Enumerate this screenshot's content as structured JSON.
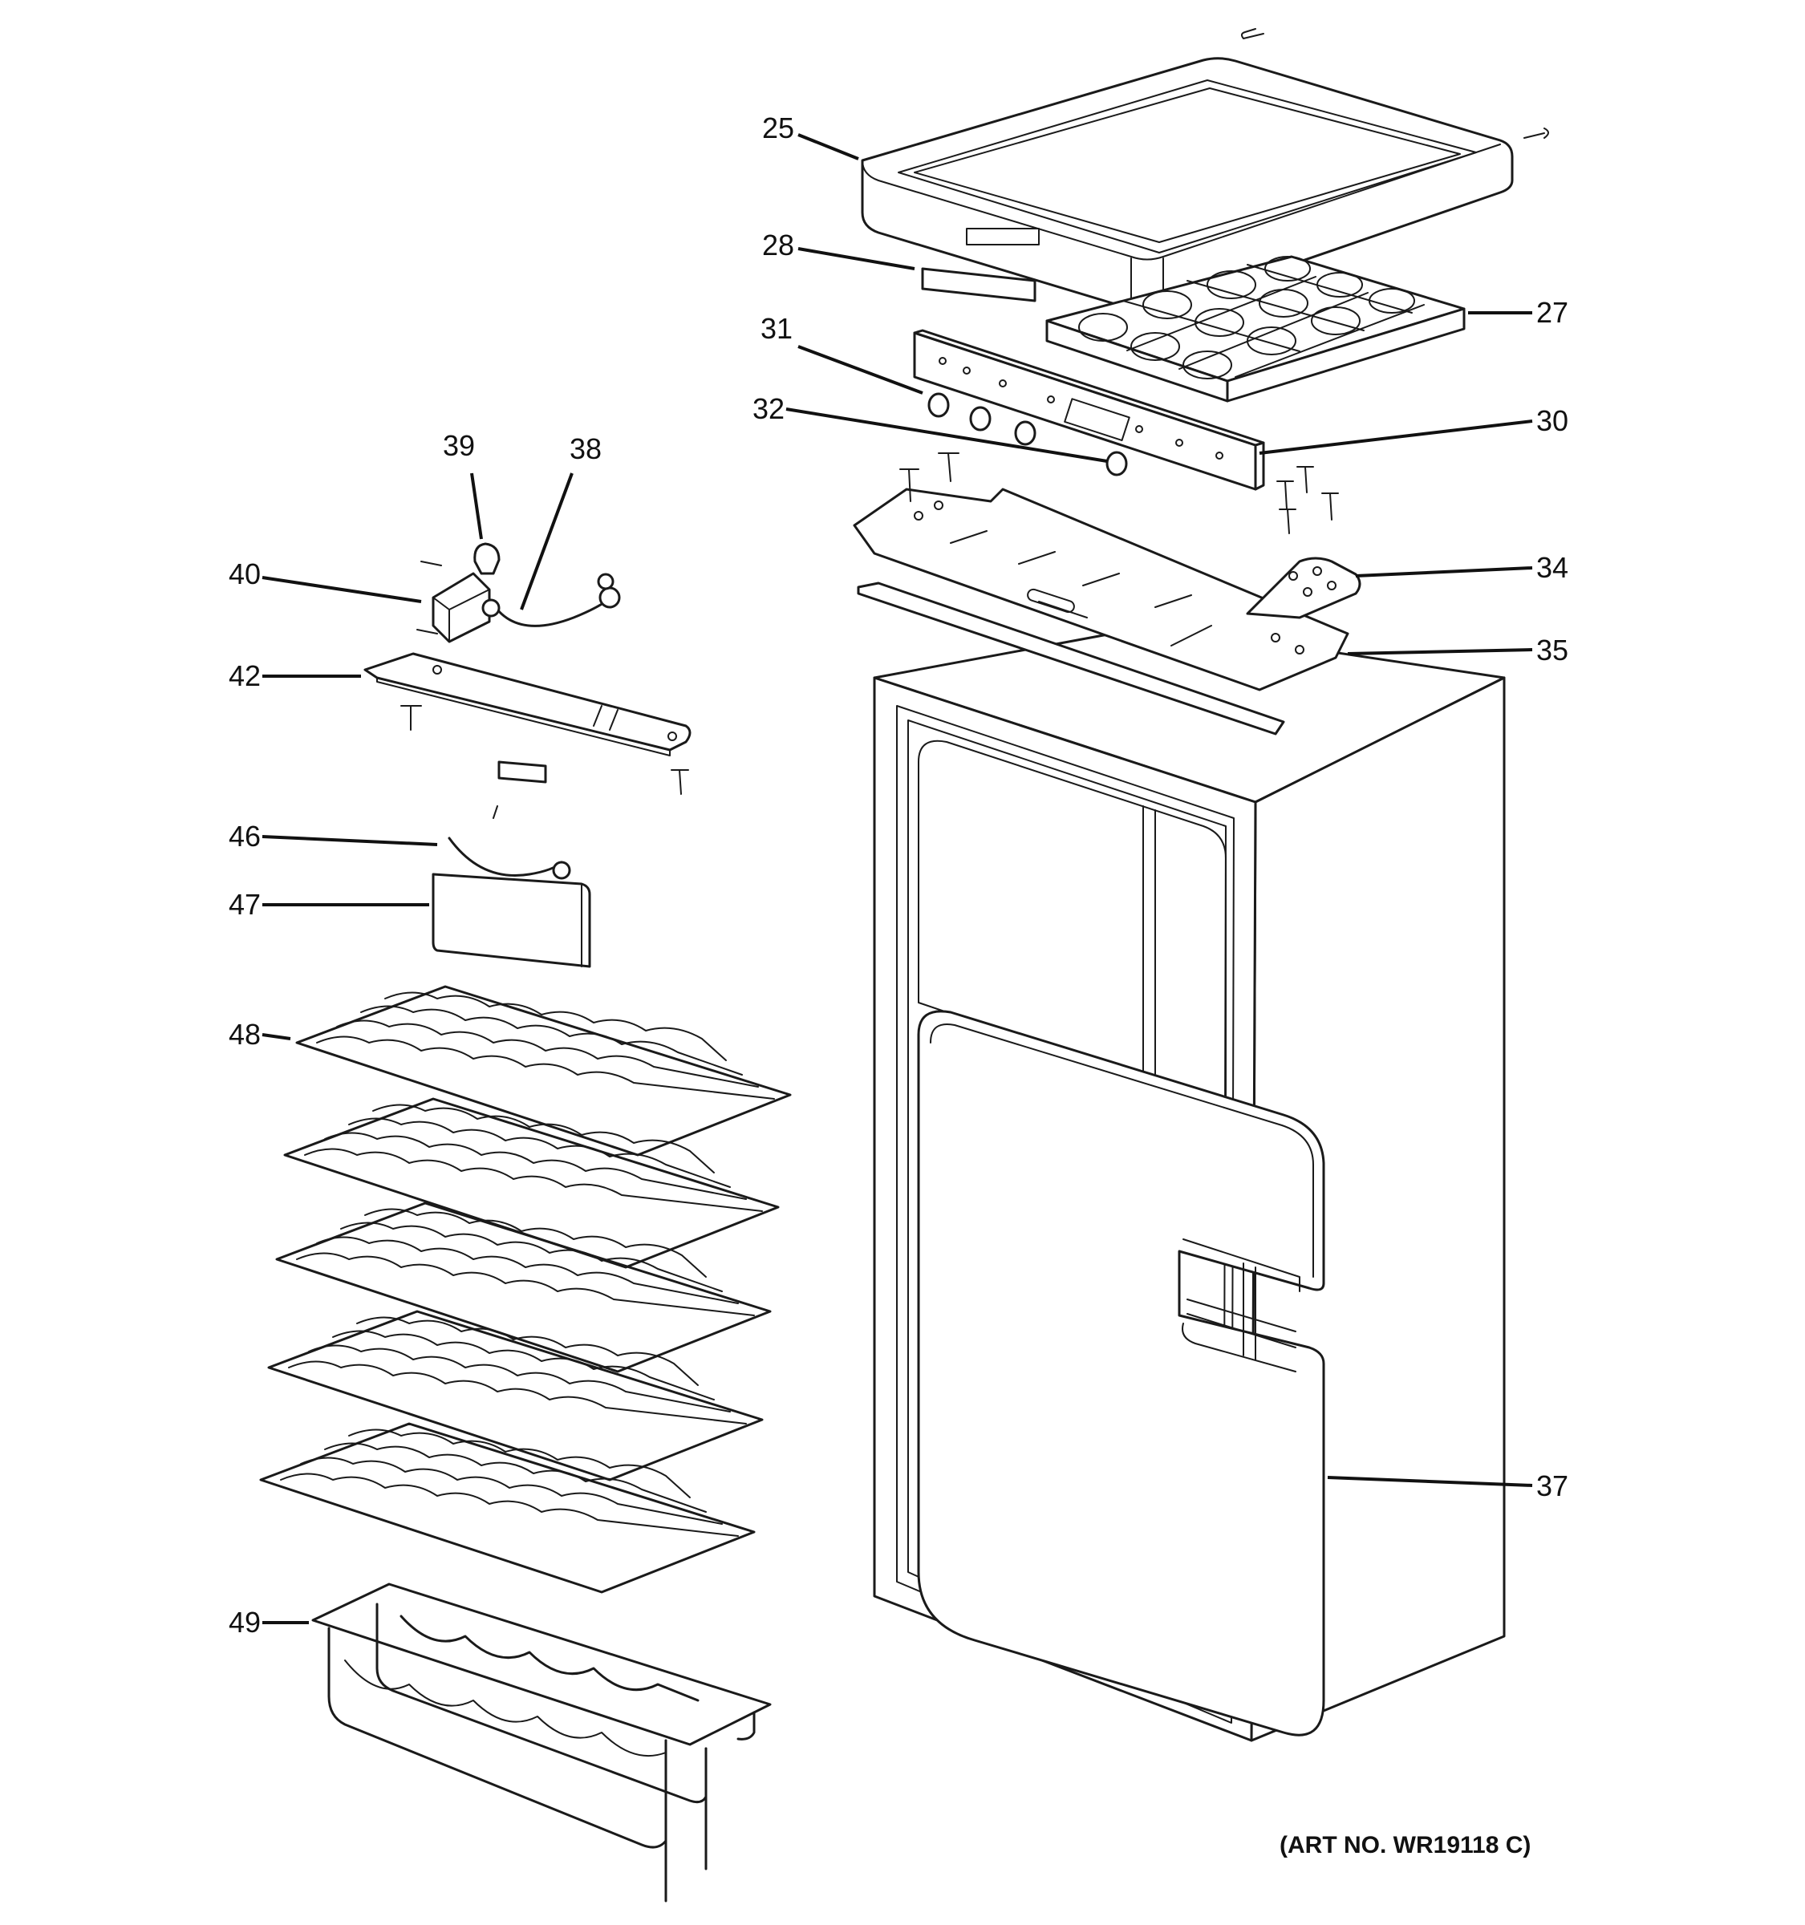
{
  "diagram": {
    "art_number": "(ART NO. WR19118 C)",
    "callouts": [
      {
        "id": "25",
        "label": "25"
      },
      {
        "id": "28",
        "label": "28"
      },
      {
        "id": "27",
        "label": "27"
      },
      {
        "id": "31",
        "label": "31"
      },
      {
        "id": "32",
        "label": "32"
      },
      {
        "id": "30",
        "label": "30"
      },
      {
        "id": "39",
        "label": "39"
      },
      {
        "id": "38",
        "label": "38"
      },
      {
        "id": "40",
        "label": "40"
      },
      {
        "id": "34",
        "label": "34"
      },
      {
        "id": "35",
        "label": "35"
      },
      {
        "id": "42",
        "label": "42"
      },
      {
        "id": "46",
        "label": "46"
      },
      {
        "id": "47",
        "label": "47"
      },
      {
        "id": "48",
        "label": "48"
      },
      {
        "id": "37",
        "label": "37"
      },
      {
        "id": "49",
        "label": "49"
      }
    ]
  }
}
